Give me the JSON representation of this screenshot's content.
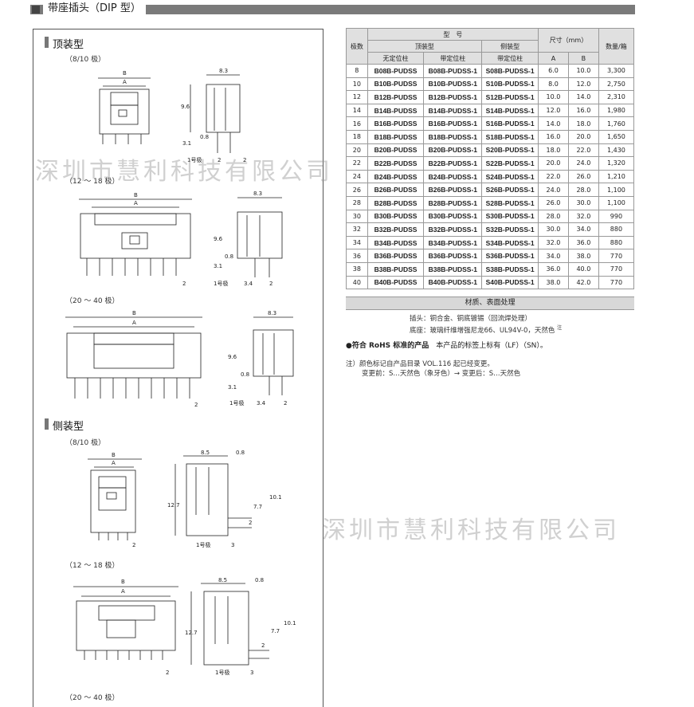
{
  "header": {
    "title": "带座插头（DIP 型）"
  },
  "sections": {
    "top_type": {
      "label": "顶装型",
      "subs": [
        "（8/10 极）",
        "（12 ～ 18 极）",
        "（20 ～ 40 极）"
      ]
    },
    "side_type": {
      "label": "侧装型",
      "subs": [
        "（8/10 极）",
        "（12 ～ 18 极）",
        "（20 ～ 40 极）"
      ]
    }
  },
  "dims": {
    "A": "A",
    "B": "B",
    "d83": "8.3",
    "d96": "9.6",
    "d08": "0.8",
    "d31": "3.1",
    "d2": "2",
    "d34": "3.4",
    "pin1": "1号极",
    "d85": "8.5",
    "d127": "12.7",
    "d77": "7.7",
    "d101": "10.1",
    "d3": "3"
  },
  "table": {
    "h_poles": "极数",
    "h_model": "型　号",
    "h_top": "顶装型",
    "h_side": "侧装型",
    "h_size": "尺寸（mm）",
    "h_qty": "数量/箱",
    "h_nopost": "无定位柱",
    "h_post": "带定位柱",
    "h_post2": "带定位柱",
    "h_a": "A",
    "h_b": "B",
    "rows": [
      [
        "8",
        "B08B-PUDSS",
        "B08B-PUDSS-1",
        "S08B-PUDSS-1",
        "6.0",
        "10.0",
        "3,300"
      ],
      [
        "10",
        "B10B-PUDSS",
        "B10B-PUDSS-1",
        "S10B-PUDSS-1",
        "8.0",
        "12.0",
        "2,750"
      ],
      [
        "12",
        "B12B-PUDSS",
        "B12B-PUDSS-1",
        "S12B-PUDSS-1",
        "10.0",
        "14.0",
        "2,310"
      ],
      [
        "14",
        "B14B-PUDSS",
        "B14B-PUDSS-1",
        "S14B-PUDSS-1",
        "12.0",
        "16.0",
        "1,980"
      ],
      [
        "16",
        "B16B-PUDSS",
        "B16B-PUDSS-1",
        "S16B-PUDSS-1",
        "14.0",
        "18.0",
        "1,760"
      ],
      [
        "18",
        "B18B-PUDSS",
        "B18B-PUDSS-1",
        "S18B-PUDSS-1",
        "16.0",
        "20.0",
        "1,650"
      ],
      [
        "20",
        "B20B-PUDSS",
        "B20B-PUDSS-1",
        "S20B-PUDSS-1",
        "18.0",
        "22.0",
        "1,430"
      ],
      [
        "22",
        "B22B-PUDSS",
        "B22B-PUDSS-1",
        "S22B-PUDSS-1",
        "20.0",
        "24.0",
        "1,320"
      ],
      [
        "24",
        "B24B-PUDSS",
        "B24B-PUDSS-1",
        "S24B-PUDSS-1",
        "22.0",
        "26.0",
        "1,210"
      ],
      [
        "26",
        "B26B-PUDSS",
        "B26B-PUDSS-1",
        "S26B-PUDSS-1",
        "24.0",
        "28.0",
        "1,100"
      ],
      [
        "28",
        "B28B-PUDSS",
        "B28B-PUDSS-1",
        "S28B-PUDSS-1",
        "26.0",
        "30.0",
        "1,100"
      ],
      [
        "30",
        "B30B-PUDSS",
        "B30B-PUDSS-1",
        "S30B-PUDSS-1",
        "28.0",
        "32.0",
        "990"
      ],
      [
        "32",
        "B32B-PUDSS",
        "B32B-PUDSS-1",
        "S32B-PUDSS-1",
        "30.0",
        "34.0",
        "880"
      ],
      [
        "34",
        "B34B-PUDSS",
        "B34B-PUDSS-1",
        "S34B-PUDSS-1",
        "32.0",
        "36.0",
        "880"
      ],
      [
        "36",
        "B36B-PUDSS",
        "B36B-PUDSS-1",
        "S36B-PUDSS-1",
        "34.0",
        "38.0",
        "770"
      ],
      [
        "38",
        "B38B-PUDSS",
        "B38B-PUDSS-1",
        "S38B-PUDSS-1",
        "36.0",
        "40.0",
        "770"
      ],
      [
        "40",
        "B40B-PUDSS",
        "B40B-PUDSS-1",
        "S40B-PUDSS-1",
        "38.0",
        "42.0",
        "770"
      ]
    ]
  },
  "materials": {
    "title": "材质、表面处理",
    "line1": "插头：铜合金、铜底镀锡（回流焊处理）",
    "line2": "底座：玻璃纤维增强尼龙66、UL94V-0，天然色",
    "line2_note": "注"
  },
  "rohs": {
    "bold": "●符合 RoHS 标准的产品",
    "text": "本产品的标签上标有（LF）（SN）。"
  },
  "notes": {
    "line1": "注）颜色标记自产品目录 VOL.116 起已经变更。",
    "line2": "变更前：S…天然色（象牙色）→ 变更后：S…天然色"
  },
  "watermark": "深圳市慧利科技有限公司"
}
